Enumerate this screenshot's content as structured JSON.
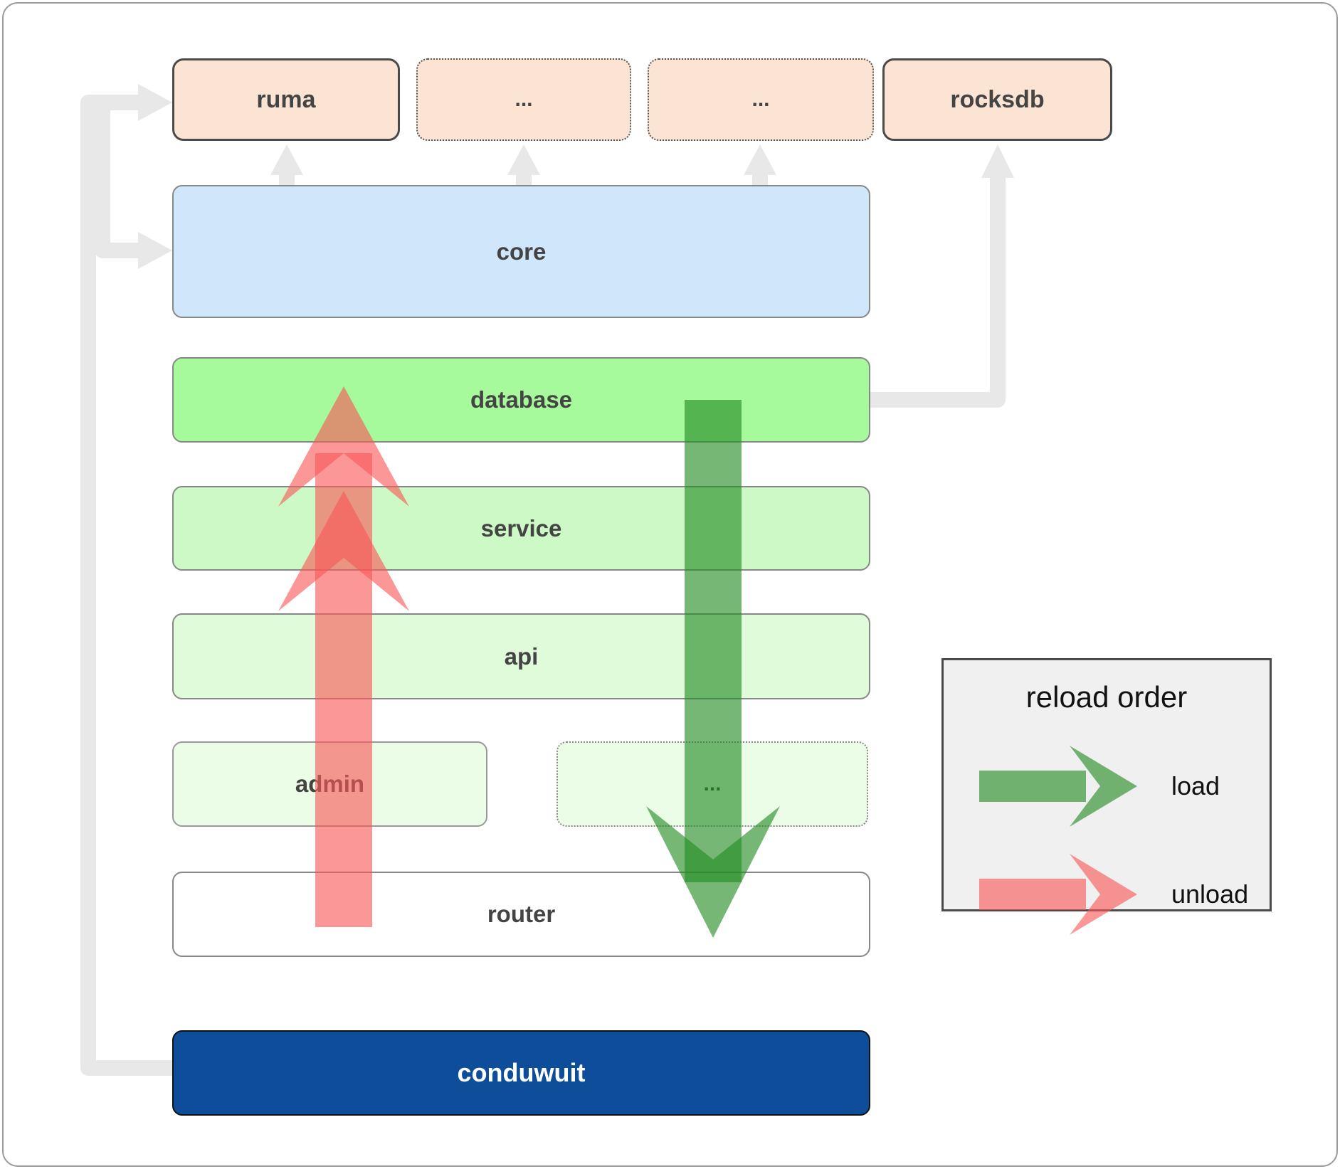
{
  "diagram": {
    "boxes": {
      "ruma": "ruma",
      "ext1": "...",
      "ext2": "...",
      "rocksdb": "rocksdb",
      "core": "core",
      "database": "database",
      "service": "service",
      "api": "api",
      "admin": "admin",
      "ext3": "...",
      "router": "router",
      "conduwuit": "conduwuit"
    }
  },
  "legend": {
    "title": "reload order",
    "items": [
      {
        "label": "load"
      },
      {
        "label": "unload"
      }
    ]
  },
  "colors": {
    "load": "#228b22",
    "unload": "#f95757",
    "connector": "#e8e8e8",
    "node_peach": "#fce4d4",
    "node_blue": "#d0e7fb",
    "node_green": "#a6fa9b",
    "node_dark_blue": "#0d4d9a"
  }
}
